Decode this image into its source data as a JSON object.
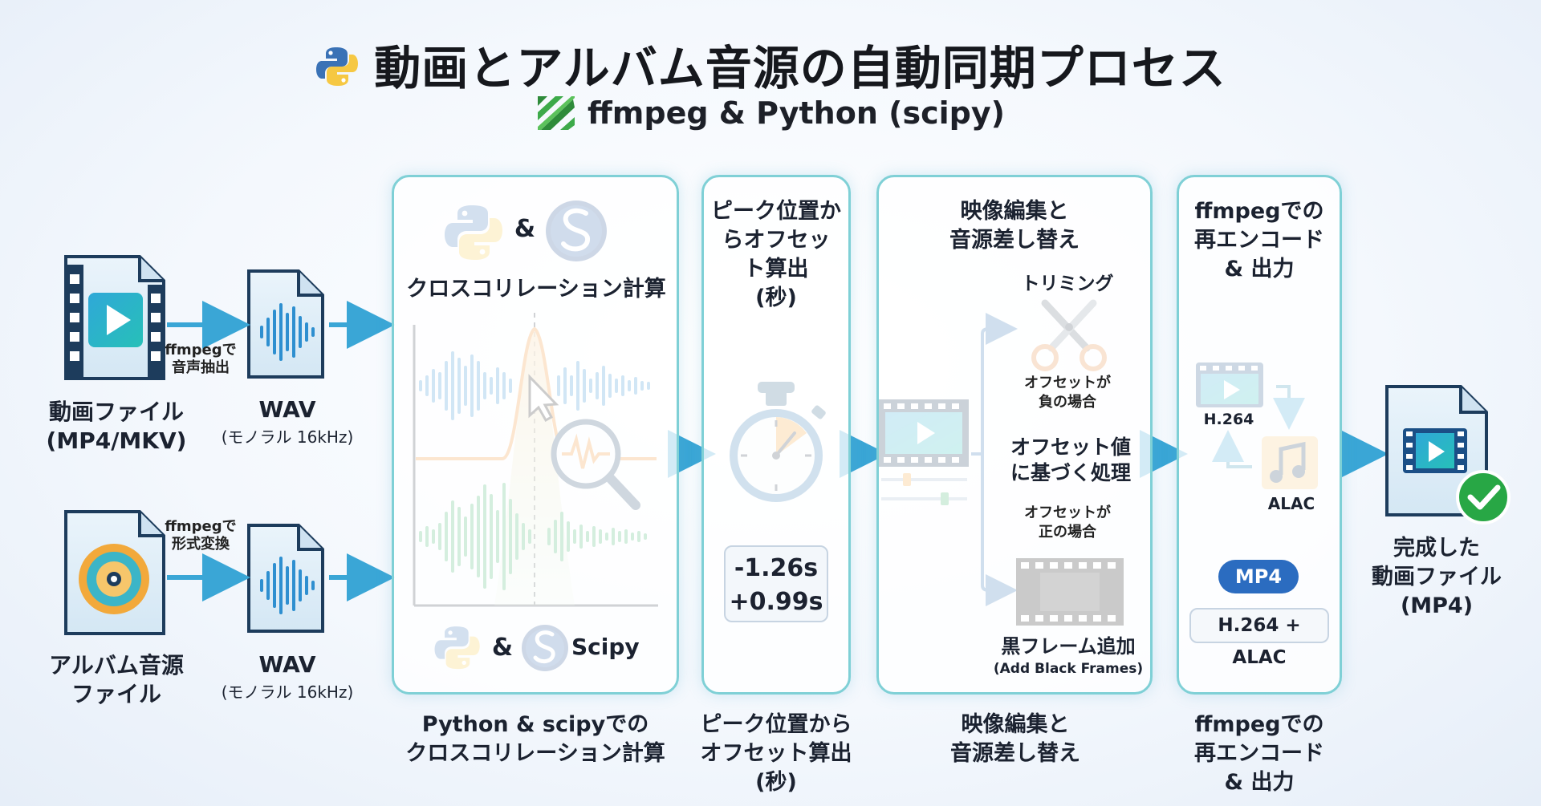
{
  "title": "動画とアルバム音源の自動同期プロセス",
  "subtitle": "ffmpeg & Python (scipy)",
  "inputs": {
    "video": {
      "name": "動画ファイル",
      "format": "(MP4/MKV)"
    },
    "album": {
      "name1": "アルバム音源",
      "name2": "ファイル"
    }
  },
  "arrows": {
    "extract1": "ffmpegで",
    "extract2": "音声抽出",
    "convert1": "ffmpegで",
    "convert2": "形式変換"
  },
  "wav": {
    "label": "WAV",
    "spec": "(モノラル 16kHz)"
  },
  "panel1": {
    "amp": "&",
    "heading": "クロスコリレーション計算",
    "footer_amp": "&",
    "footer_scipy": "Scipy",
    "caption1": "Python & scipyでの",
    "caption2": "クロスコリレーション計算"
  },
  "panel2": {
    "heading1": "ピーク位置か",
    "heading2": "らオフセッ",
    "heading3": "ト算出",
    "heading4": "(秒)",
    "offset_neg": "-1.26s",
    "offset_pos": "+0.99s",
    "caption1": "ピーク位置から",
    "caption2": "オフセット算出",
    "caption3": "(秒)"
  },
  "panel3": {
    "heading1": "映像編集と",
    "heading2": "音源差し替え",
    "trim": "トリミング",
    "neg1": "オフセットが",
    "neg2": "負の場合",
    "mid1": "オフセット値",
    "mid2": "に基づく処理",
    "pos1": "オフセットが",
    "pos2": "正の場合",
    "black": "黒フレーム追加",
    "black_en": "(Add Black Frames)",
    "caption1": "映像編集と",
    "caption2": "音源差し替え"
  },
  "panel4": {
    "heading1": "ffmpegでの",
    "heading2": "再エンコード",
    "heading3": "& 出力",
    "video_codec": "H.264",
    "audio_codec": "ALAC",
    "container": "MP4",
    "combined": "H.264 + ALAC",
    "caption1": "ffmpegでの",
    "caption2": "再エンコード",
    "caption3": "& 出力"
  },
  "output": {
    "line1": "完成した",
    "line2": "動画ファイル",
    "line3": "(MP4)"
  },
  "colors": {
    "teal_border": "#7fd0d6",
    "blue_accent": "#2b6cc0",
    "arrow": "#3aa6d6",
    "orange_peak": "#ef8d2a",
    "green_wave": "#3cb36a"
  }
}
